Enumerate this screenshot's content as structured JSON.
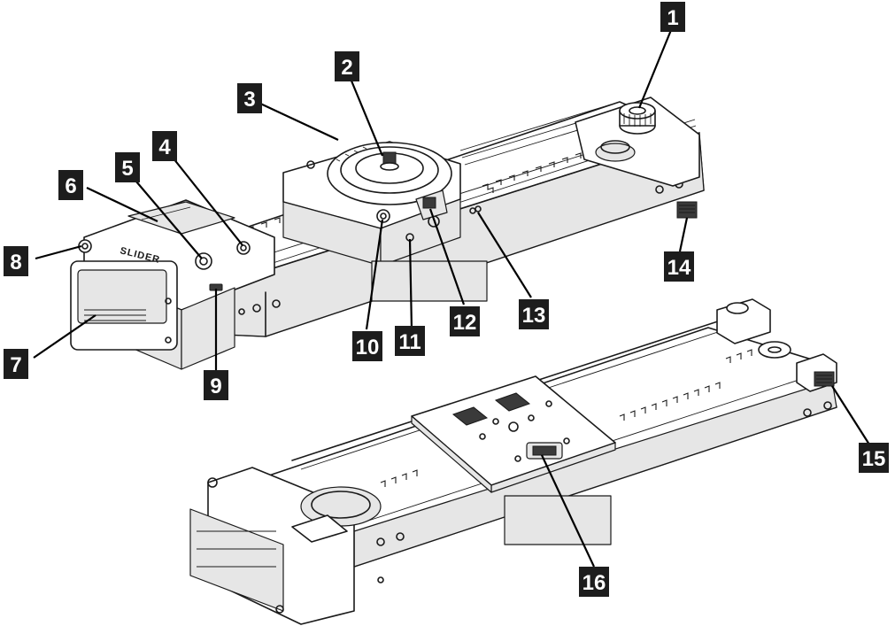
{
  "figure": {
    "callouts": [
      {
        "n": "1"
      },
      {
        "n": "2"
      },
      {
        "n": "3"
      },
      {
        "n": "4"
      },
      {
        "n": "5"
      },
      {
        "n": "6"
      },
      {
        "n": "7"
      },
      {
        "n": "8"
      },
      {
        "n": "9"
      },
      {
        "n": "10"
      },
      {
        "n": "11"
      },
      {
        "n": "12"
      },
      {
        "n": "13"
      },
      {
        "n": "14"
      },
      {
        "n": "15"
      },
      {
        "n": "16"
      }
    ],
    "colors": {
      "badge": "#1d1d1d",
      "badge_text": "#ffffff",
      "line": "#1a1a1a",
      "background": "#ffffff"
    }
  }
}
